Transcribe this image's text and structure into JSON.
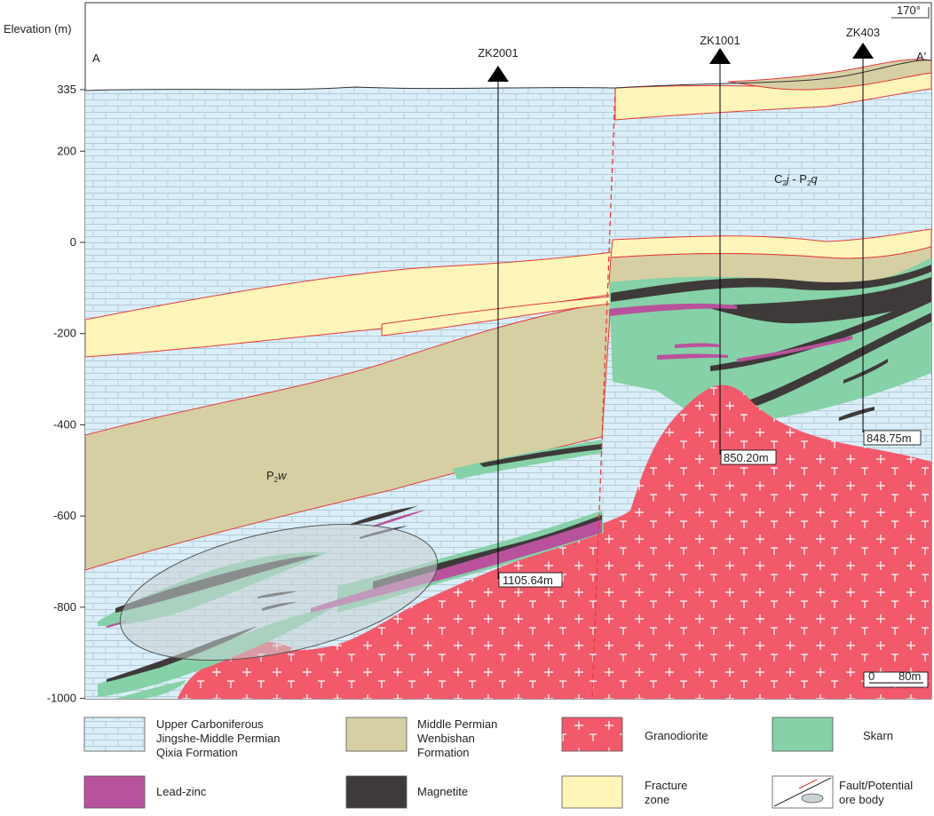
{
  "y_axis": {
    "title": "Elevation (m)",
    "ticks": [
      "335",
      "200",
      "0",
      "-200",
      "-400",
      "-600",
      "-800",
      "-1000"
    ]
  },
  "section": {
    "start_label": "A",
    "end_label": "A'",
    "orientation": "170°"
  },
  "drillholes": [
    {
      "name": "ZK2001",
      "depth": "1105.64m"
    },
    {
      "name": "ZK1001",
      "depth": "850.20m"
    },
    {
      "name": "ZK403",
      "depth": "848.75m"
    }
  ],
  "unit_labels": {
    "p2w": {
      "main": "P",
      "sub": "2",
      "italic": "w"
    },
    "c2j_p2q": {
      "c": "C",
      "c_sub": "2",
      "j": "j",
      "dash": " - P",
      "p_sub": "2",
      "q": "q"
    }
  },
  "scale_bar": {
    "zero": "0",
    "length": "80m"
  },
  "legend": [
    {
      "key": "limestone",
      "lines": [
        "Upper Carboniferous",
        "Jingshe-Middle Permian",
        "Qixia Formation"
      ],
      "color": "#d9eef8"
    },
    {
      "key": "wenbishan",
      "lines": [
        "Middle Permian",
        "Wenbishan",
        "Formation"
      ],
      "color": "#d6cfa3"
    },
    {
      "key": "granodiorite",
      "lines": [
        "Granodiorite"
      ],
      "color": "#f25a6c"
    },
    {
      "key": "skarn",
      "lines": [
        "Skarn"
      ],
      "color": "#86d1a7"
    },
    {
      "key": "leadzinc",
      "lines": [
        "Lead-zinc"
      ],
      "color": "#b9529c"
    },
    {
      "key": "magnetite",
      "lines": [
        "Magnetite"
      ],
      "color": "#3e3a3a"
    },
    {
      "key": "fracture",
      "lines": [
        "Fracture",
        "zone"
      ],
      "color": "#fff5b8"
    },
    {
      "key": "fault",
      "lines": [
        "Fault/Potential",
        "ore body"
      ],
      "color": "#e53b3b"
    }
  ]
}
